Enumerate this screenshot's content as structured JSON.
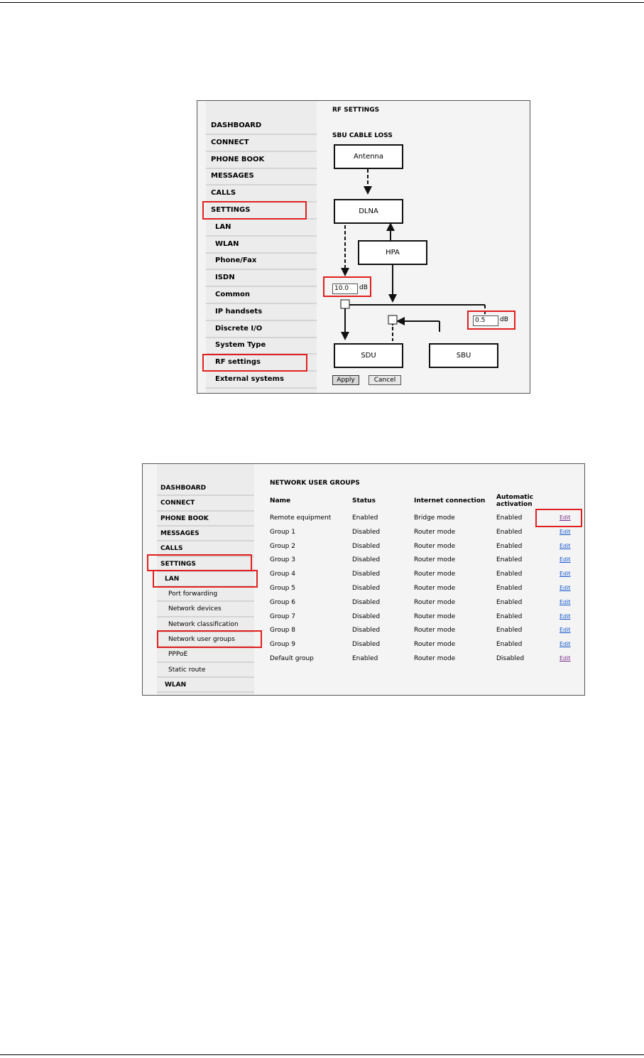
{
  "rf_settings": {
    "nav": [
      {
        "label": "DASHBOARD",
        "level": 0
      },
      {
        "label": "CONNECT",
        "level": 0
      },
      {
        "label": "PHONE BOOK",
        "level": 0
      },
      {
        "label": "MESSAGES",
        "level": 0
      },
      {
        "label": "CALLS",
        "level": 0
      },
      {
        "label": "SETTINGS",
        "level": 0
      },
      {
        "label": "LAN",
        "level": 1
      },
      {
        "label": "WLAN",
        "level": 1
      },
      {
        "label": "Phone/Fax",
        "level": 1
      },
      {
        "label": "ISDN",
        "level": 1
      },
      {
        "label": "Common",
        "level": 1
      },
      {
        "label": "IP handsets",
        "level": 1
      },
      {
        "label": "Discrete I/O",
        "level": 1
      },
      {
        "label": "System Type",
        "level": 1
      },
      {
        "label": "RF settings",
        "level": 1
      },
      {
        "label": "External systems",
        "level": 1
      }
    ],
    "title": "RF SETTINGS",
    "subtitle": "SBU CABLE LOSS",
    "boxes": {
      "antenna": "Antenna",
      "dlna": "DLNA",
      "hpa": "HPA",
      "sdu": "SDU",
      "sbu": "SBU"
    },
    "loss_left": {
      "value": "10.0",
      "unit": "dB"
    },
    "loss_right": {
      "value": "0.5",
      "unit": "dB"
    },
    "apply_label": "Apply",
    "cancel_label": "Cancel"
  },
  "network_user_groups": {
    "nav": [
      {
        "label": "DASHBOARD",
        "level": 0
      },
      {
        "label": "CONNECT",
        "level": 0
      },
      {
        "label": "PHONE BOOK",
        "level": 0
      },
      {
        "label": "MESSAGES",
        "level": 0
      },
      {
        "label": "CALLS",
        "level": 0
      },
      {
        "label": "SETTINGS",
        "level": 0
      },
      {
        "label": "LAN",
        "level": 1
      },
      {
        "label": "Port forwarding",
        "level": 2
      },
      {
        "label": "Network devices",
        "level": 2
      },
      {
        "label": "Network classification",
        "level": 2
      },
      {
        "label": "Network user groups",
        "level": 2
      },
      {
        "label": "PPPoE",
        "level": 2
      },
      {
        "label": "Static route",
        "level": 2
      },
      {
        "label": "WLAN",
        "level": 1
      }
    ],
    "title": "NETWORK USER GROUPS",
    "columns": [
      "Name",
      "Status",
      "Internet connection",
      "Automatic activation",
      ""
    ],
    "rows": [
      {
        "name": "Remote equipment",
        "status": "Enabled",
        "connection": "Bridge mode",
        "activation": "Enabled",
        "action": "Edit",
        "visited": true
      },
      {
        "name": "Group 1",
        "status": "Disabled",
        "connection": "Router mode",
        "activation": "Enabled",
        "action": "Edit",
        "visited": false
      },
      {
        "name": "Group 2",
        "status": "Disabled",
        "connection": "Router mode",
        "activation": "Enabled",
        "action": "Edit",
        "visited": false
      },
      {
        "name": "Group 3",
        "status": "Disabled",
        "connection": "Router mode",
        "activation": "Enabled",
        "action": "Edit",
        "visited": false
      },
      {
        "name": "Group 4",
        "status": "Disabled",
        "connection": "Router mode",
        "activation": "Enabled",
        "action": "Edit",
        "visited": false
      },
      {
        "name": "Group 5",
        "status": "Disabled",
        "connection": "Router mode",
        "activation": "Enabled",
        "action": "Edit",
        "visited": false
      },
      {
        "name": "Group 6",
        "status": "Disabled",
        "connection": "Router mode",
        "activation": "Enabled",
        "action": "Edit",
        "visited": false
      },
      {
        "name": "Group 7",
        "status": "Disabled",
        "connection": "Router mode",
        "activation": "Enabled",
        "action": "Edit",
        "visited": false
      },
      {
        "name": "Group 8",
        "status": "Disabled",
        "connection": "Router mode",
        "activation": "Enabled",
        "action": "Edit",
        "visited": false
      },
      {
        "name": "Group 9",
        "status": "Disabled",
        "connection": "Router mode",
        "activation": "Enabled",
        "action": "Edit",
        "visited": false
      },
      {
        "name": "Default group",
        "status": "Enabled",
        "connection": "Router mode",
        "activation": "Disabled",
        "action": "Edit",
        "visited": true
      }
    ]
  },
  "colors": {
    "highlight": "#e0201f",
    "link": "#1155cc",
    "visited_link": "#7a2a8a"
  }
}
